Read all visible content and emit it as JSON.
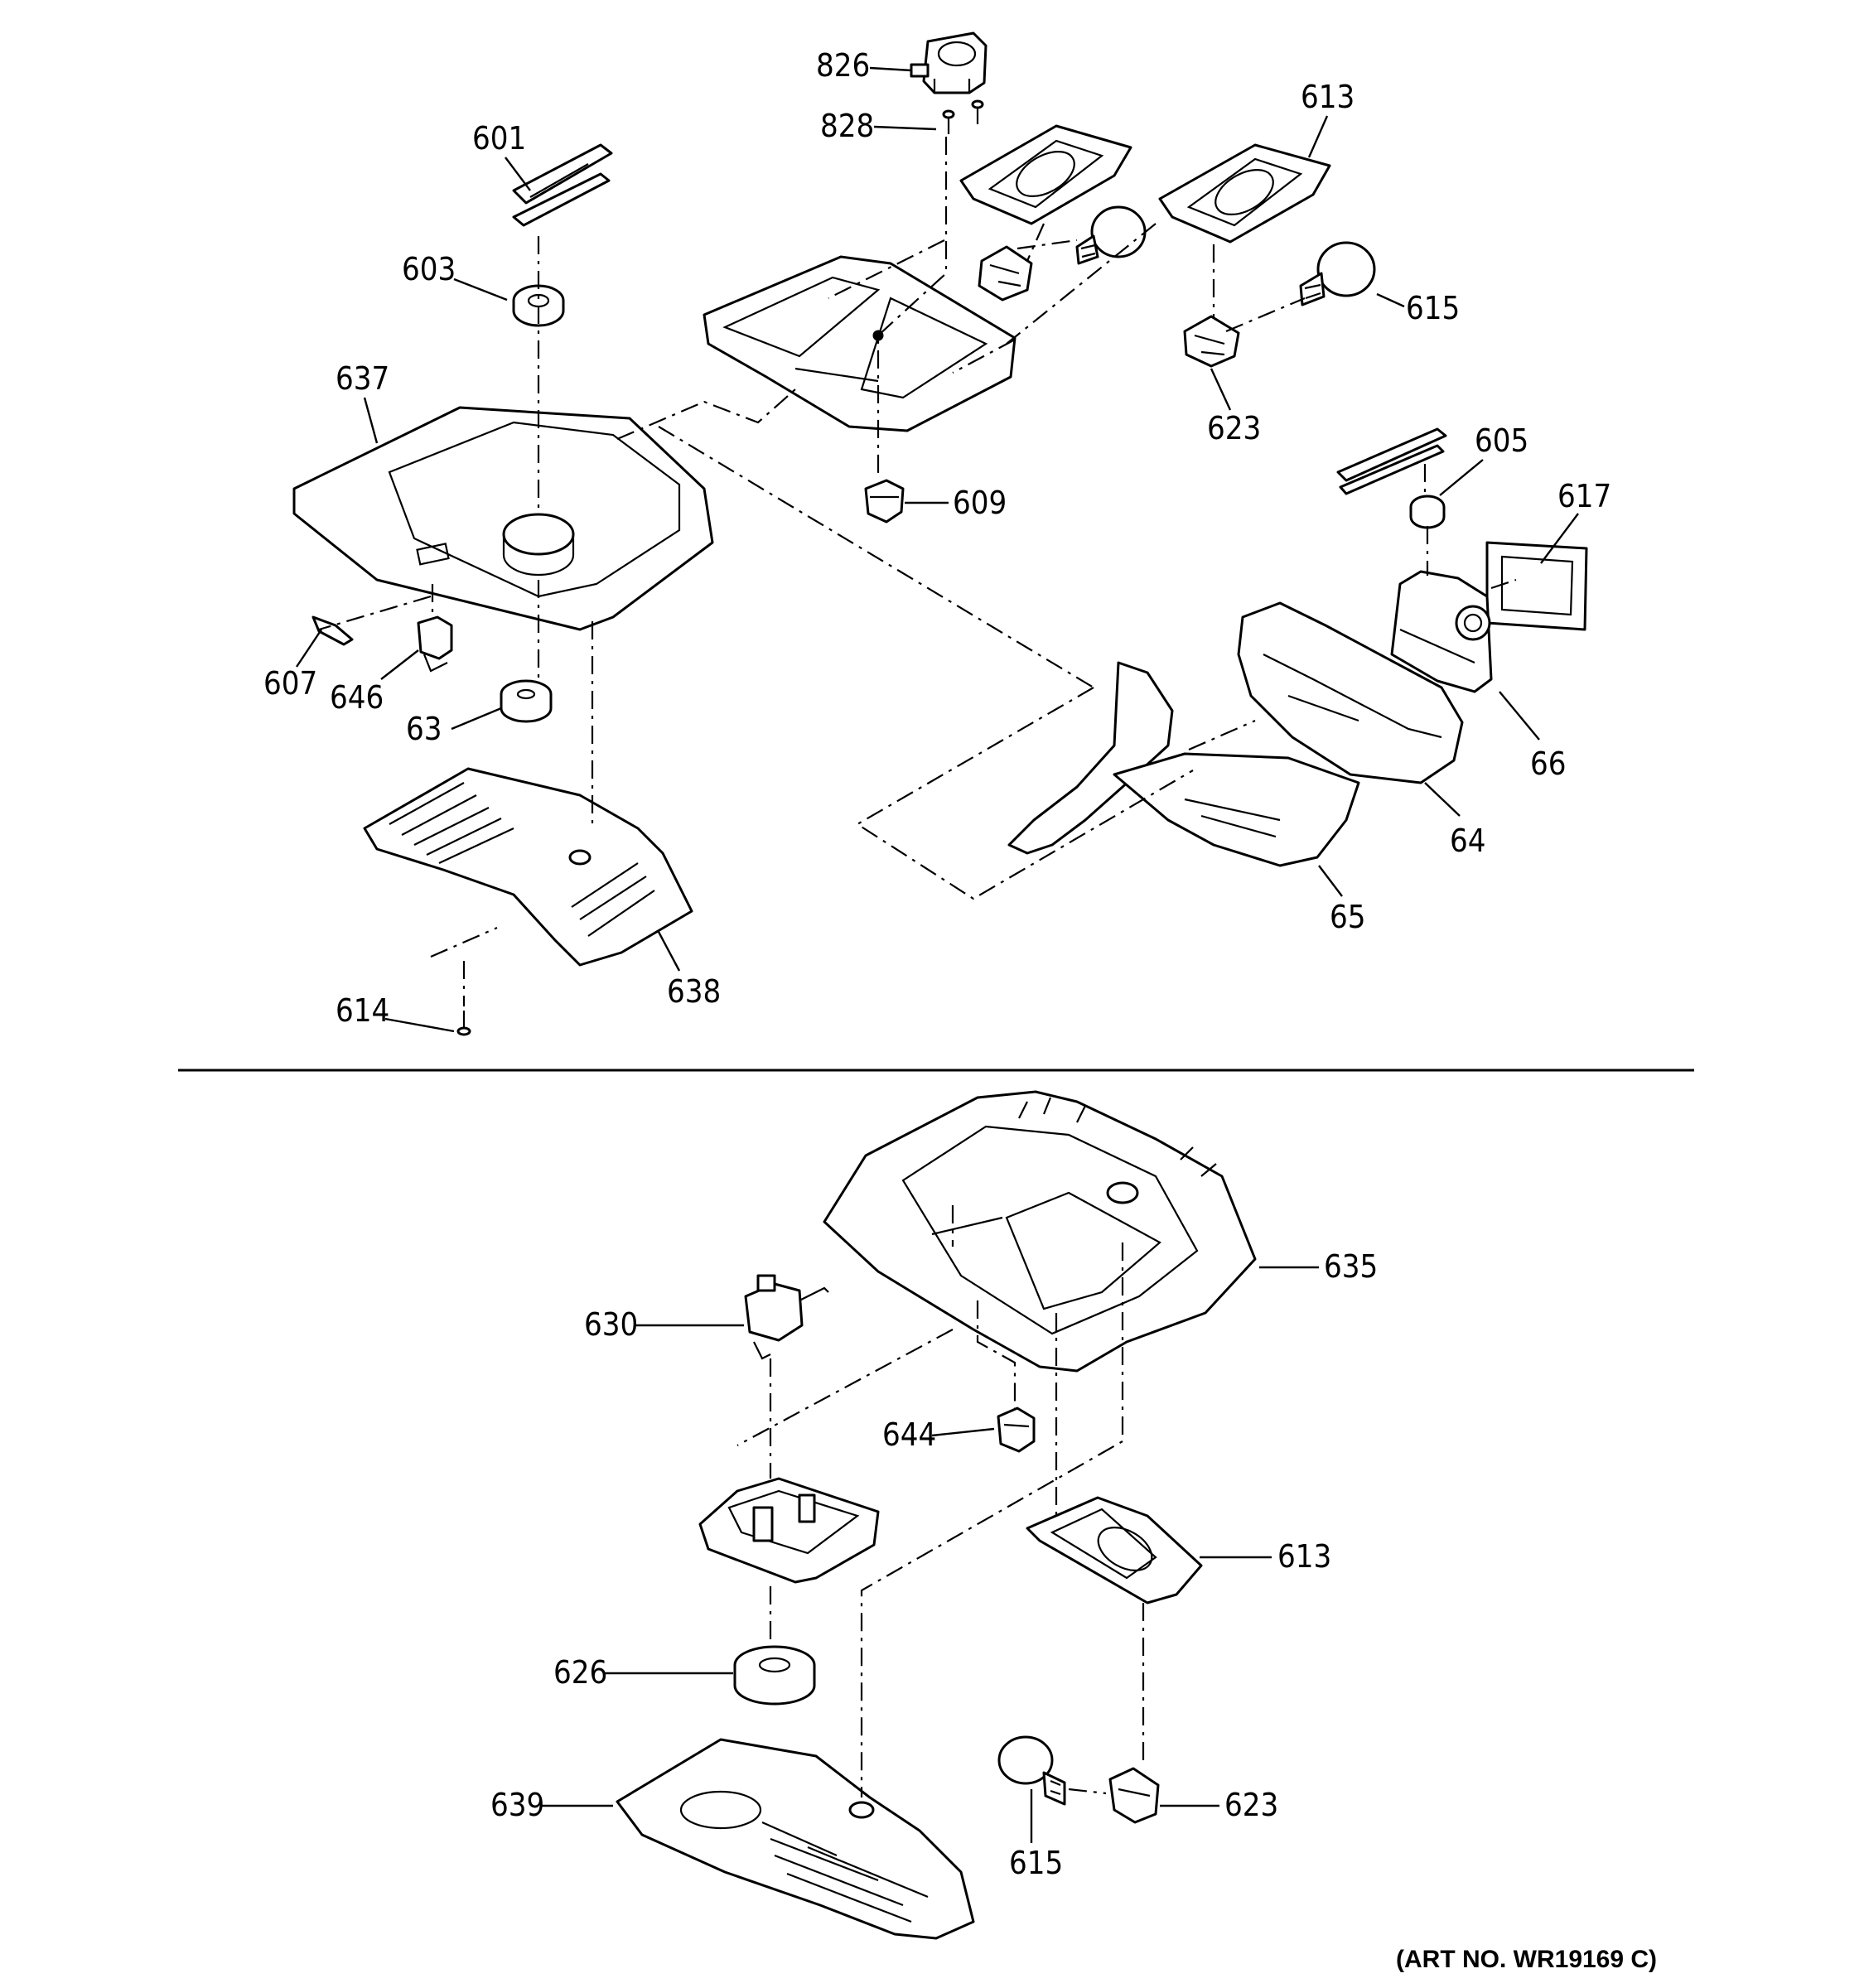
{
  "art_number": "(ART NO. WR19169 C)",
  "callouts": {
    "c826": "826",
    "c828": "828",
    "c613_top": "613",
    "c601": "601",
    "c603": "603",
    "c615_top": "615",
    "c623_top": "623",
    "c637": "637",
    "c605": "605",
    "c609": "609",
    "c617": "617",
    "c607": "607",
    "c646": "646",
    "c66": "66",
    "c63": "63",
    "c64": "64",
    "c65": "65",
    "c614": "614",
    "c638": "638",
    "c635": "635",
    "c630": "630",
    "c644": "644",
    "c613_bottom": "613",
    "c626": "626",
    "c639": "639",
    "c623_bottom": "623",
    "c615_bottom": "615"
  }
}
